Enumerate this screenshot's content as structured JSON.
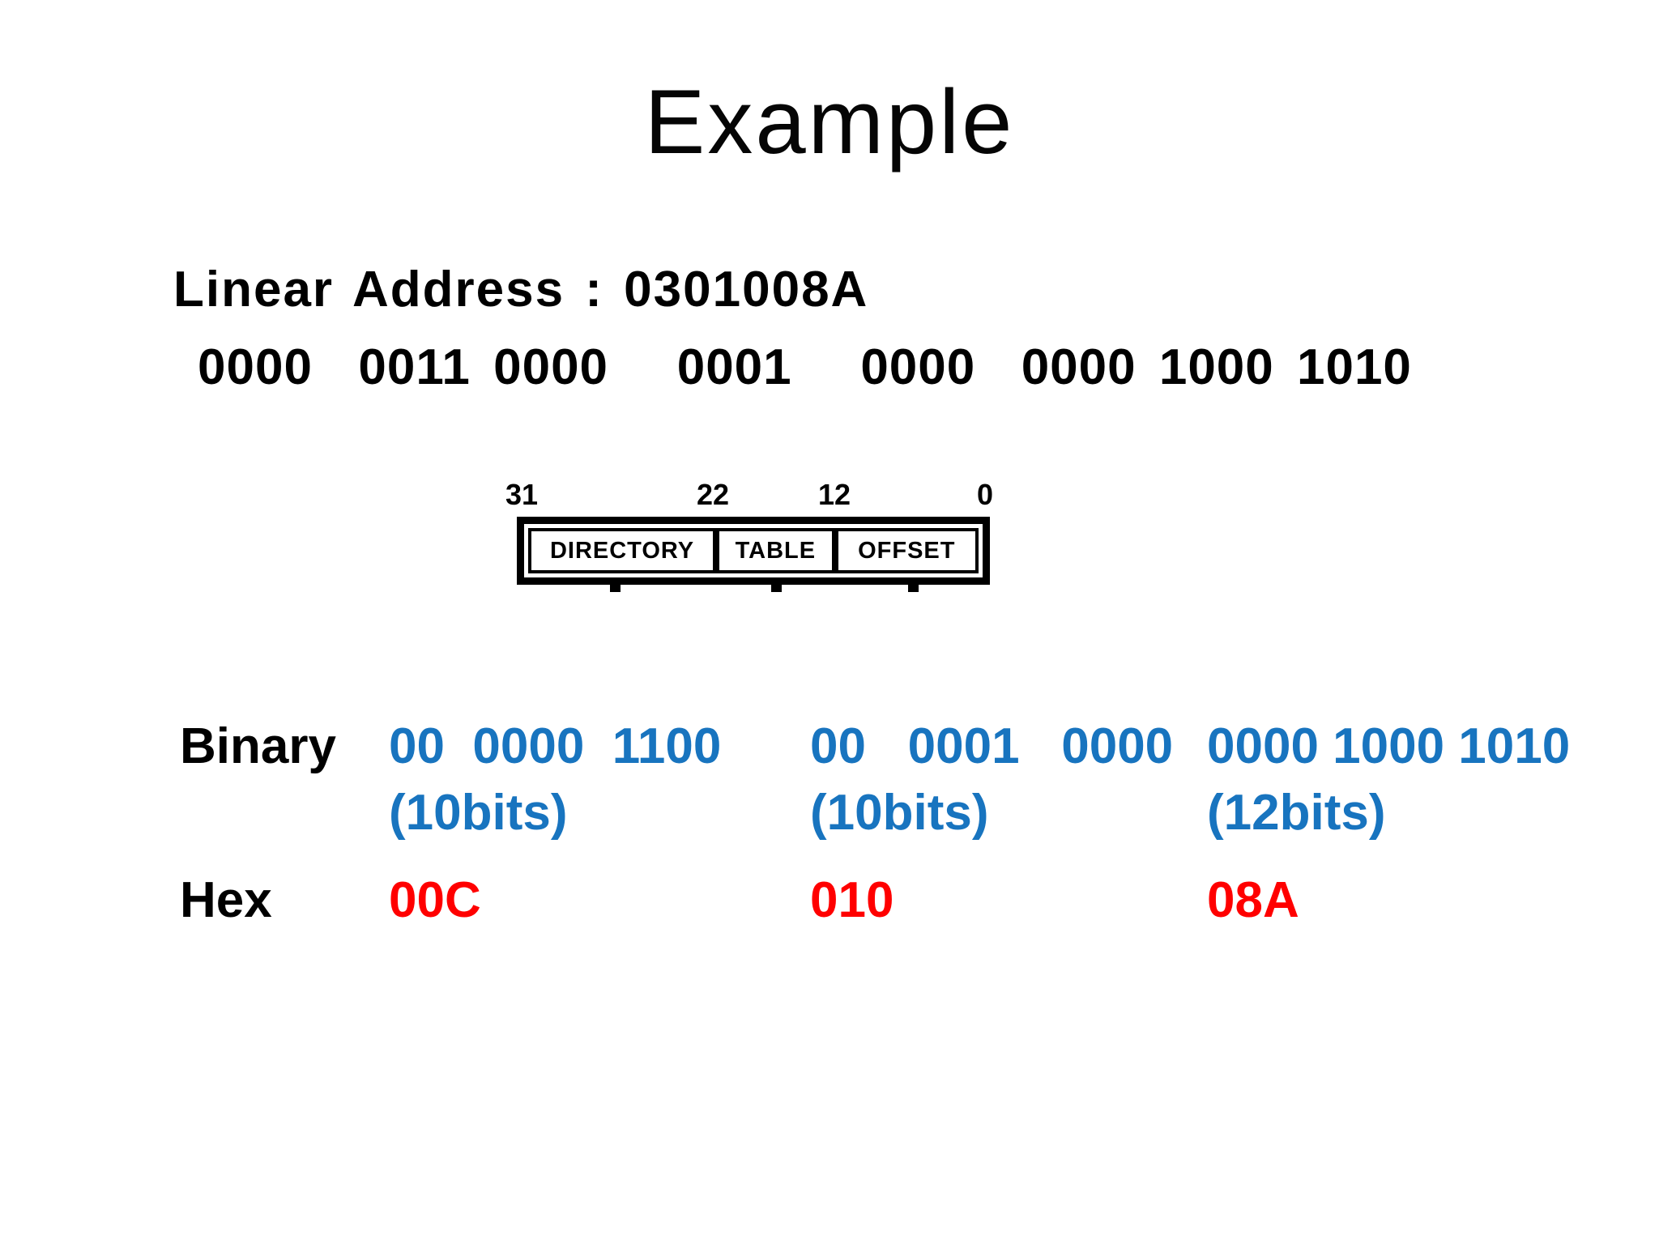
{
  "slide": {
    "title": "Example",
    "linear_address": "Linear Address : 0301008A",
    "binary_expansion": "0000  0011 0000   0001   0000  0000 1000 1010",
    "diagram": {
      "bit_labels": [
        "31",
        "22",
        "12",
        "0"
      ],
      "fields": [
        {
          "name": "DIRECTORY"
        },
        {
          "name": "TABLE"
        },
        {
          "name": "OFFSET"
        }
      ]
    },
    "rows": {
      "binary_label": "Binary",
      "hex_label": "Hex",
      "columns": [
        {
          "binary": "00  0000  1100",
          "bits": "(10bits)",
          "hex": "00C"
        },
        {
          "binary": "00   0001   0000",
          "bits": "(10bits)",
          "hex": "010"
        },
        {
          "binary": "0000 1000 1010",
          "bits": "(12bits)",
          "hex": "08A"
        }
      ]
    },
    "colors": {
      "binary_blue": "#1874BF",
      "hex_red": "#FF0000",
      "text_black": "#000000"
    }
  }
}
